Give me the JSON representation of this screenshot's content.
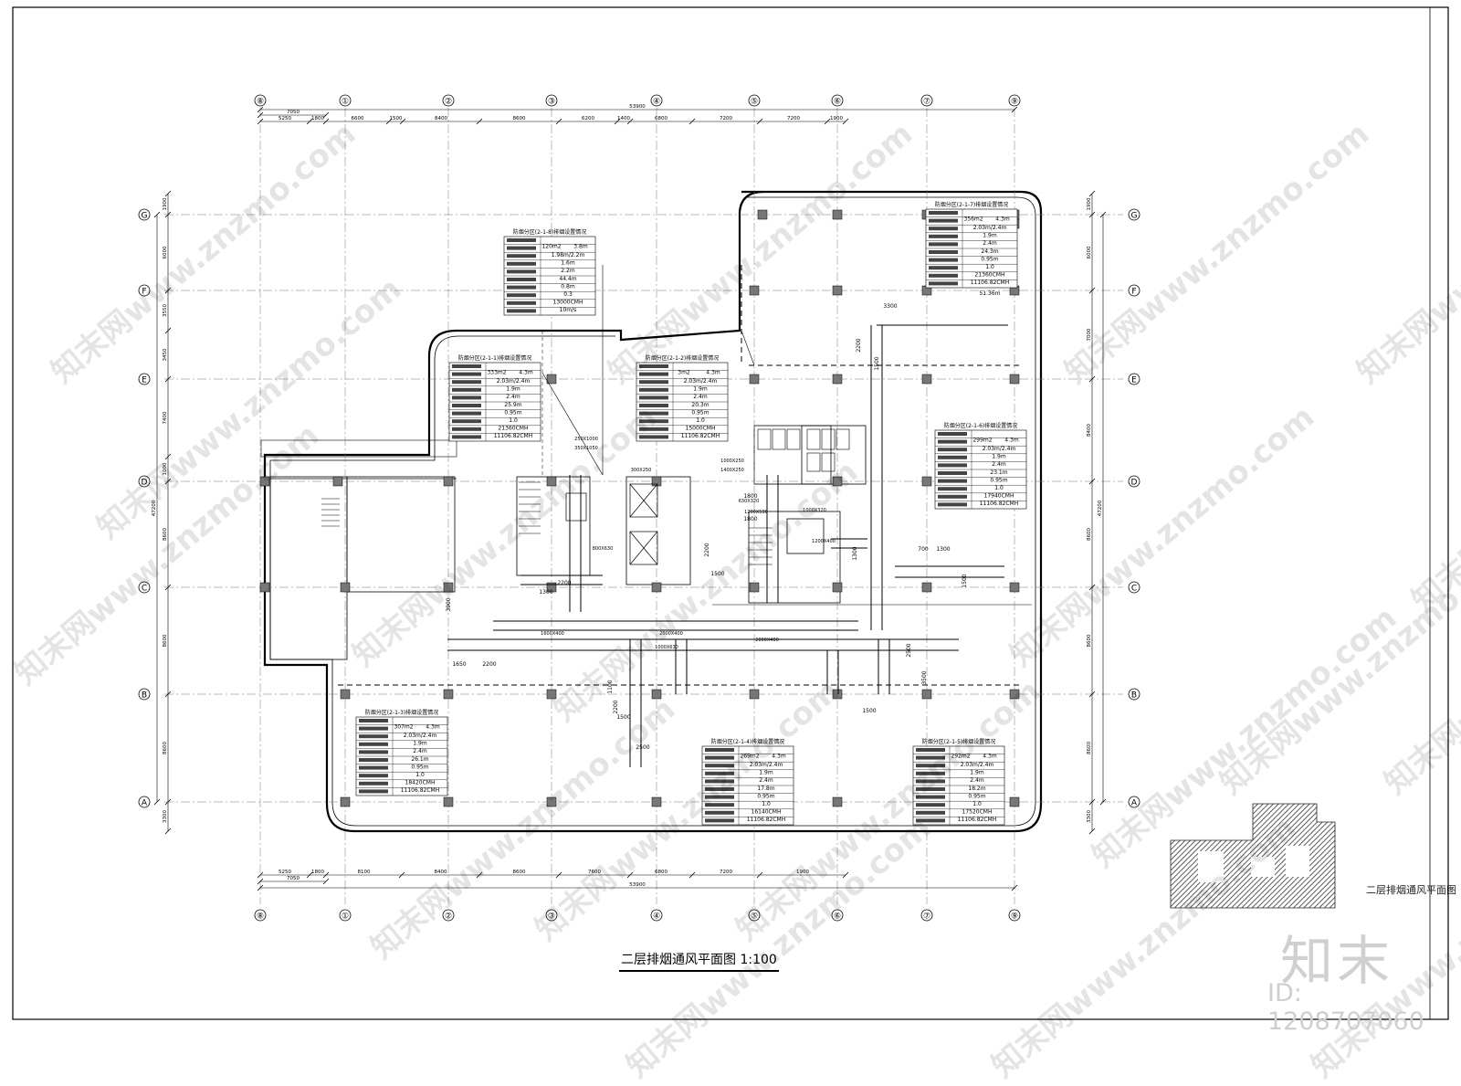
{
  "drawing": {
    "title": "二层排烟通风平面图 1:100",
    "key_plan_caption": "二层排烟通风平面图",
    "logo": "知末",
    "id_label": "ID: 1208707060"
  },
  "watermark": "知末网www.znzmo.com",
  "grid": {
    "columns": [
      "⑧",
      "①",
      "②",
      "③",
      "④",
      "⑤",
      "⑥",
      "⑦",
      "⑨"
    ],
    "rows": [
      "G",
      "F",
      "E",
      "D",
      "C",
      "B",
      "A"
    ],
    "top_total": "53900",
    "bottom_total": "53900",
    "top_overall_pair": [
      "7050"
    ],
    "top_spans": [
      "5250",
      "1800",
      "6600",
      "1500",
      "8400",
      "8600",
      "6200",
      "1400",
      "6800",
      "7200",
      "7200",
      "1900"
    ],
    "bottom_overall_pair": [
      "7050"
    ],
    "bottom_spans": [
      "5250",
      "1800",
      "8100",
      "8400",
      "8600",
      "7600",
      "6800",
      "7200",
      "1900"
    ],
    "left_total": "47200",
    "left_spans": [
      "1900",
      "6000",
      "3550",
      "3450",
      "7400",
      "1000",
      "8600",
      "8600",
      "8600",
      "3300"
    ],
    "right_total": "47200",
    "right_spans": [
      "1900",
      "6000",
      "7000",
      "8400",
      "8600",
      "8600",
      "8600",
      "3300"
    ]
  },
  "zone_tables": [
    {
      "title": "防烟分区(2-1-7)排烟设置情况",
      "area": "356m2",
      "height": "4.3m",
      "rows": [
        "2.03m/2.4m",
        "1.9m",
        "2.4m",
        "24.3m",
        "0.95m",
        "1.0",
        "21360CMH",
        "11106.82CMH"
      ],
      "extra": "51.36m"
    },
    {
      "title": "防烟分区(2-1-8)排烟设置情况",
      "area": "120m2",
      "height": "3.8m",
      "rows": [
        "1.98m/2.2m",
        "1.6m",
        "2.2m",
        "44.4m",
        "0.8m",
        "0.3",
        "13000CMH",
        "10m/s"
      ]
    },
    {
      "title": "防烟分区(2-1-1)排烟设置情况",
      "area": "333m2",
      "height": "4.3m",
      "rows": [
        "2.03m/2.4m",
        "1.9m",
        "2.4m",
        "25.9m",
        "0.95m",
        "1.0",
        "21360CMH",
        "11106.82CMH"
      ]
    },
    {
      "title": "防烟分区(2-1-2)排烟设置情况",
      "area": "3m2",
      "height": "4.3m",
      "rows": [
        "2.03m/2.4m",
        "1.9m",
        "2.4m",
        "20.3m",
        "0.95m",
        "1.0",
        "15000CMH",
        "11106.82CMH"
      ]
    },
    {
      "title": "防烟分区(2-1-6)排烟设置情况",
      "area": "299m2",
      "height": "4.3m",
      "rows": [
        "2.03m/2.4m",
        "1.9m",
        "2.4m",
        "23.1m",
        "0.95m",
        "1.0",
        "17940CMH",
        "11106.82CMH"
      ]
    },
    {
      "title": "防烟分区(2-1-3)排烟设置情况",
      "area": "307m2",
      "height": "4.3m",
      "rows": [
        "2.03m/2.4m",
        "1.9m",
        "2.4m",
        "26.1m",
        "0.95m",
        "1.0",
        "18420CMH",
        "11106.82CMH"
      ]
    },
    {
      "title": "防烟分区(2-1-4)排烟设置情况",
      "area": "269m2",
      "height": "4.3m",
      "rows": [
        "2.03m/2.4m",
        "1.9m",
        "2.4m",
        "17.8m",
        "0.95m",
        "1.0",
        "16140CMH",
        "11106.82CMH"
      ]
    },
    {
      "title": "防烟分区(2-1-5)排烟设置情况",
      "area": "292m2",
      "height": "4.3m",
      "rows": [
        "2.03m/2.4m",
        "1.9m",
        "2.4m",
        "18.2m",
        "0.95m",
        "1.0",
        "17520CMH",
        "11106.82CMH"
      ]
    }
  ],
  "interior_dims": [
    "3300",
    "2200",
    "1500",
    "1800",
    "1800",
    "2200",
    "1500",
    "700",
    "1300",
    "1500",
    "1300",
    "2200",
    "3900",
    "1650",
    "2200",
    "1100",
    "2200",
    "1500",
    "2500",
    "2500",
    "3500",
    "1500",
    "1300"
  ],
  "duct_labels": [
    "250X1000",
    "350X1050",
    "800X630",
    "1000X250",
    "1400X250",
    "630X320",
    "1200X500",
    "300X250",
    "1000X320",
    "1200X400",
    "2000X400",
    "1600X400",
    "2000X400",
    "1000X630"
  ],
  "colors": {
    "line": "#000000",
    "grid": "#555555",
    "hatch": "#333333"
  }
}
